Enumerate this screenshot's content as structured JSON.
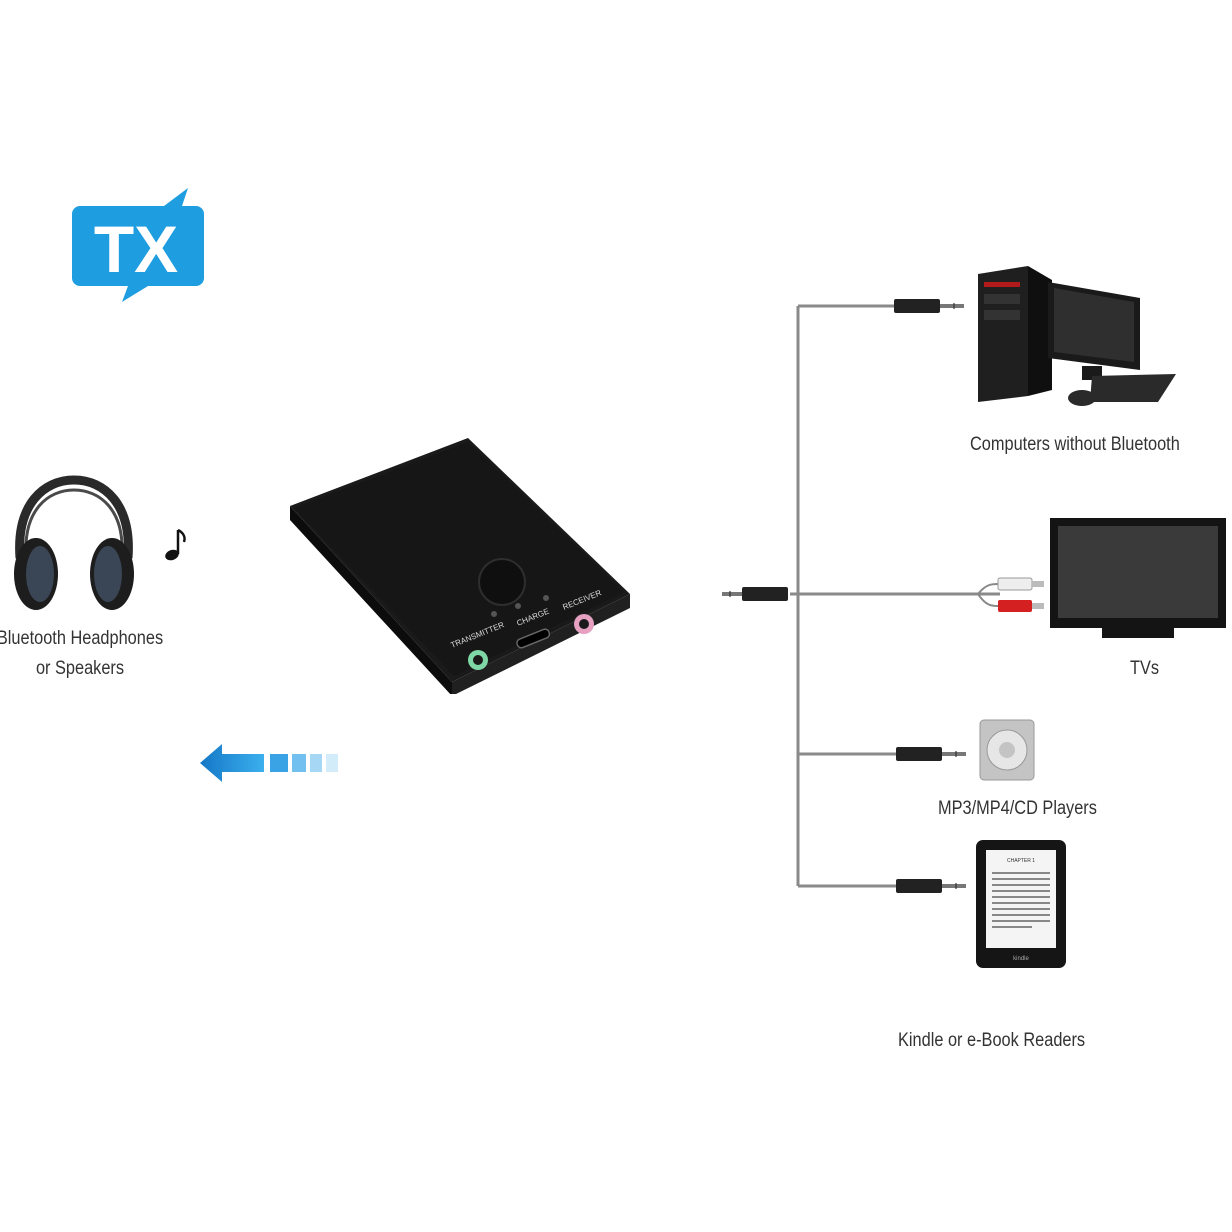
{
  "logo": {
    "text": "TX",
    "color": "#1e9de0"
  },
  "device": {
    "port_labels": {
      "transmitter": "TRANSMITTER",
      "charge": "CHARGE",
      "receiver": "RECEIVER"
    },
    "colors": {
      "body": "#111111",
      "transmitter_port": "#7fd6a6",
      "receiver_port": "#e6a0c0"
    }
  },
  "left": {
    "headphones_label_line1": "Bluetooth Headphones",
    "headphones_label_line2": "or Speakers",
    "music_icon": "music-note-icon",
    "arrow_color": "#1e9de0"
  },
  "right": {
    "computers_label": "Computers without Bluetooth",
    "tvs_label": "TVs",
    "players_label": "MP3/MP4/CD Players",
    "ereader_label": "Kindle or e-Book Readers",
    "ereader_screen": {
      "chapter": "CHAPTER 1",
      "brand": "kindle"
    }
  }
}
